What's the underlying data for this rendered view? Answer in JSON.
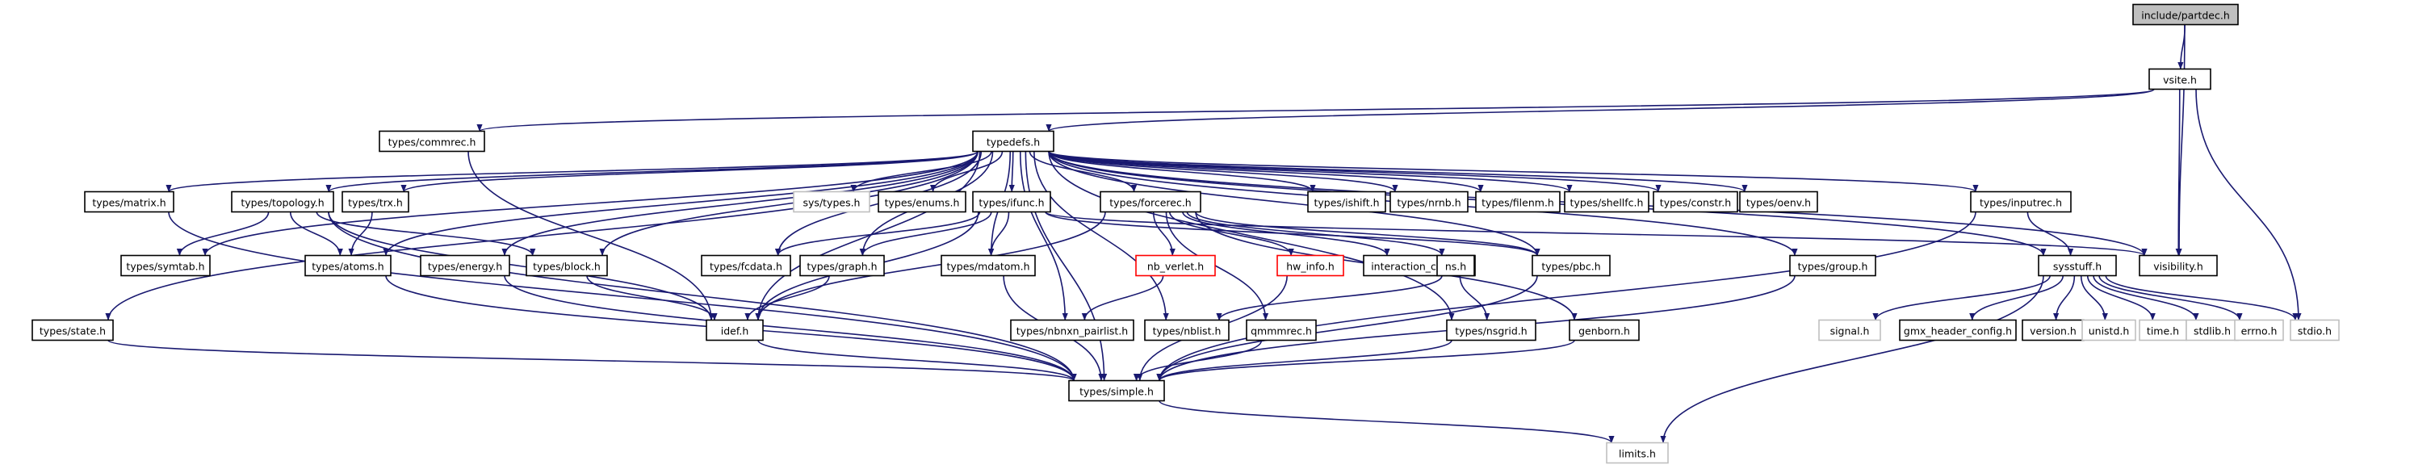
{
  "nodes": [
    {
      "id": "partdec",
      "label": "include/partdec.h",
      "style": "root"
    },
    {
      "id": "vsite",
      "label": "vsite.h",
      "style": "normal"
    },
    {
      "id": "commrec",
      "label": "types/commrec.h",
      "style": "normal"
    },
    {
      "id": "typedefs",
      "label": "typedefs.h",
      "style": "normal"
    },
    {
      "id": "matrix",
      "label": "types/matrix.h",
      "style": "normal"
    },
    {
      "id": "topology",
      "label": "types/topology.h",
      "style": "normal"
    },
    {
      "id": "trx",
      "label": "types/trx.h",
      "style": "normal"
    },
    {
      "id": "systypes",
      "label": "sys/types.h",
      "style": "external"
    },
    {
      "id": "enums",
      "label": "types/enums.h",
      "style": "normal"
    },
    {
      "id": "ifunc",
      "label": "types/ifunc.h",
      "style": "normal"
    },
    {
      "id": "forcerec",
      "label": "types/forcerec.h",
      "style": "normal"
    },
    {
      "id": "ishift",
      "label": "types/ishift.h",
      "style": "normal"
    },
    {
      "id": "nrnb",
      "label": "types/nrnb.h",
      "style": "normal"
    },
    {
      "id": "filenm",
      "label": "types/filenm.h",
      "style": "normal"
    },
    {
      "id": "shellfc",
      "label": "types/shellfc.h",
      "style": "normal"
    },
    {
      "id": "constr",
      "label": "types/constr.h",
      "style": "normal"
    },
    {
      "id": "oenv",
      "label": "types/oenv.h",
      "style": "normal"
    },
    {
      "id": "inputrec",
      "label": "types/inputrec.h",
      "style": "normal"
    },
    {
      "id": "symtab",
      "label": "types/symtab.h",
      "style": "normal"
    },
    {
      "id": "atoms",
      "label": "types/atoms.h",
      "style": "normal"
    },
    {
      "id": "energy",
      "label": "types/energy.h",
      "style": "normal"
    },
    {
      "id": "block",
      "label": "types/block.h",
      "style": "normal"
    },
    {
      "id": "fcdata",
      "label": "types/fcdata.h",
      "style": "normal"
    },
    {
      "id": "graph",
      "label": "types/graph.h",
      "style": "normal"
    },
    {
      "id": "mdatom",
      "label": "types/mdatom.h",
      "style": "normal"
    },
    {
      "id": "nbverlet",
      "label": "nb_verlet.h",
      "style": "truncated"
    },
    {
      "id": "hwinfo",
      "label": "hw_info.h",
      "style": "truncated"
    },
    {
      "id": "interactionconst",
      "label": "interaction_const.h",
      "style": "normal"
    },
    {
      "id": "ns",
      "label": "ns.h",
      "style": "normal"
    },
    {
      "id": "pbc",
      "label": "types/pbc.h",
      "style": "normal"
    },
    {
      "id": "group",
      "label": "types/group.h",
      "style": "normal"
    },
    {
      "id": "sysstuff",
      "label": "sysstuff.h",
      "style": "normal"
    },
    {
      "id": "visibility",
      "label": "visibility.h",
      "style": "normal"
    },
    {
      "id": "state",
      "label": "types/state.h",
      "style": "normal"
    },
    {
      "id": "idef",
      "label": "idef.h",
      "style": "normal"
    },
    {
      "id": "nbnxnpairlist",
      "label": "types/nbnxn_pairlist.h",
      "style": "normal"
    },
    {
      "id": "nblist",
      "label": "types/nblist.h",
      "style": "normal"
    },
    {
      "id": "qmmmrec",
      "label": "qmmmrec.h",
      "style": "normal"
    },
    {
      "id": "nsgrid",
      "label": "types/nsgrid.h",
      "style": "normal"
    },
    {
      "id": "genborn",
      "label": "genborn.h",
      "style": "normal"
    },
    {
      "id": "signal",
      "label": "signal.h",
      "style": "external"
    },
    {
      "id": "gmxheaderconfig",
      "label": "gmx_header_config.h",
      "style": "normal"
    },
    {
      "id": "version",
      "label": "version.h",
      "style": "normal"
    },
    {
      "id": "unistd",
      "label": "unistd.h",
      "style": "external"
    },
    {
      "id": "time",
      "label": "time.h",
      "style": "external"
    },
    {
      "id": "stdlib",
      "label": "stdlib.h",
      "style": "external"
    },
    {
      "id": "errno",
      "label": "errno.h",
      "style": "external"
    },
    {
      "id": "stdio",
      "label": "stdio.h",
      "style": "external"
    },
    {
      "id": "simple",
      "label": "types/simple.h",
      "style": "normal"
    },
    {
      "id": "limits",
      "label": "limits.h",
      "style": "external"
    }
  ],
  "edges": [
    [
      "partdec",
      "vsite"
    ],
    [
      "partdec",
      "visibility"
    ],
    [
      "vsite",
      "typedefs"
    ],
    [
      "vsite",
      "commrec"
    ],
    [
      "vsite",
      "visibility"
    ],
    [
      "vsite",
      "stdio"
    ],
    [
      "commrec",
      "idef"
    ],
    [
      "typedefs",
      "simple"
    ],
    [
      "typedefs",
      "state"
    ],
    [
      "typedefs",
      "matrix"
    ],
    [
      "typedefs",
      "topology"
    ],
    [
      "typedefs",
      "trx"
    ],
    [
      "typedefs",
      "symtab"
    ],
    [
      "typedefs",
      "atoms"
    ],
    [
      "typedefs",
      "energy"
    ],
    [
      "typedefs",
      "block"
    ],
    [
      "typedefs",
      "idef"
    ],
    [
      "typedefs",
      "fcdata"
    ],
    [
      "typedefs",
      "graph"
    ],
    [
      "typedefs",
      "systypes"
    ],
    [
      "typedefs",
      "enums"
    ],
    [
      "typedefs",
      "ifunc"
    ],
    [
      "typedefs",
      "mdatom"
    ],
    [
      "typedefs",
      "nbnxnpairlist"
    ],
    [
      "typedefs",
      "nblist"
    ],
    [
      "typedefs",
      "forcerec"
    ],
    [
      "typedefs",
      "ishift"
    ],
    [
      "typedefs",
      "nrnb"
    ],
    [
      "typedefs",
      "filenm"
    ],
    [
      "typedefs",
      "shellfc"
    ],
    [
      "typedefs",
      "constr"
    ],
    [
      "typedefs",
      "oenv"
    ],
    [
      "typedefs",
      "inputrec"
    ],
    [
      "typedefs",
      "group"
    ],
    [
      "typedefs",
      "nsgrid"
    ],
    [
      "typedefs",
      "pbc"
    ],
    [
      "typedefs",
      "sysstuff"
    ],
    [
      "typedefs",
      "visibility"
    ],
    [
      "matrix",
      "simple"
    ],
    [
      "topology",
      "symtab"
    ],
    [
      "topology",
      "atoms"
    ],
    [
      "topology",
      "block"
    ],
    [
      "topology",
      "idef"
    ],
    [
      "topology",
      "simple"
    ],
    [
      "trx",
      "atoms"
    ],
    [
      "atoms",
      "simple"
    ],
    [
      "energy",
      "simple"
    ],
    [
      "block",
      "idef"
    ],
    [
      "state",
      "simple"
    ],
    [
      "ifunc",
      "fcdata"
    ],
    [
      "ifunc",
      "graph"
    ],
    [
      "ifunc",
      "mdatom"
    ],
    [
      "ifunc",
      "idef"
    ],
    [
      "ifunc",
      "pbc"
    ],
    [
      "ifunc",
      "visibility"
    ],
    [
      "graph",
      "idef"
    ],
    [
      "mdatom",
      "simple"
    ],
    [
      "forcerec",
      "nbverlet"
    ],
    [
      "forcerec",
      "hwinfo"
    ],
    [
      "forcerec",
      "interactionconst"
    ],
    [
      "forcerec",
      "ns"
    ],
    [
      "forcerec",
      "genborn"
    ],
    [
      "forcerec",
      "qmmmrec"
    ],
    [
      "forcerec",
      "idef"
    ],
    [
      "forcerec",
      "pbc"
    ],
    [
      "nbverlet",
      "nbnxnpairlist"
    ],
    [
      "hwinfo",
      "simple"
    ],
    [
      "ns",
      "nsgrid"
    ],
    [
      "ns",
      "nblist"
    ],
    [
      "pbc",
      "simple"
    ],
    [
      "genborn",
      "simple"
    ],
    [
      "qmmmrec",
      "simple"
    ],
    [
      "nsgrid",
      "simple"
    ],
    [
      "group",
      "simple"
    ],
    [
      "inputrec",
      "sysstuff"
    ],
    [
      "inputrec",
      "simple"
    ],
    [
      "sysstuff",
      "signal"
    ],
    [
      "sysstuff",
      "gmxheaderconfig"
    ],
    [
      "sysstuff",
      "version"
    ],
    [
      "sysstuff",
      "unistd"
    ],
    [
      "sysstuff",
      "time"
    ],
    [
      "sysstuff",
      "stdlib"
    ],
    [
      "sysstuff",
      "errno"
    ],
    [
      "sysstuff",
      "stdio"
    ],
    [
      "sysstuff",
      "limits"
    ],
    [
      "idef",
      "simple"
    ],
    [
      "simple",
      "limits"
    ]
  ],
  "colors": {
    "edge": "#191970",
    "root_fill": "#bfbfbf",
    "normal_border": "#000000",
    "external_border": "#bfbfbf",
    "truncated_border": "#ff0000",
    "node_fill": "#ffffff"
  }
}
